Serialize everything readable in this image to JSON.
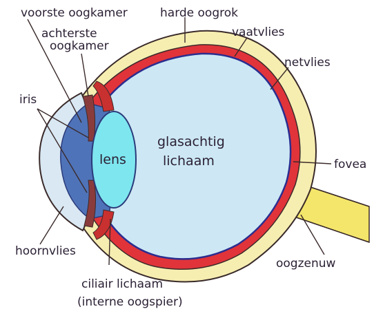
{
  "labels": {
    "anterior_chamber": "voorste oogkamer",
    "sclera": "harde oogrok",
    "posterior_chamber_1": "achterste",
    "posterior_chamber_2": "oogkamer",
    "choroid": "vaatvlies",
    "retina": "netvlies",
    "iris": "iris",
    "lens": "lens",
    "vitreous_1": "glasachtig",
    "vitreous_2": "lichaam",
    "fovea": "fovea",
    "cornea": "hoornvlies",
    "optic_nerve": "oogzenuw",
    "ciliary_body_1": "ciliair lichaam",
    "ciliary_body_2": "(interne oogspier)"
  },
  "colors": {
    "sclera": "#f6eeb1",
    "choroid": "#e0343a",
    "retina": "#2b2d8f",
    "vitreous": "#cde8f4",
    "aqueous": "#4f73b8",
    "lens": "#7ee6ef",
    "optic_nerve": "#f4e66a",
    "cornea": "#d9e8f3"
  }
}
